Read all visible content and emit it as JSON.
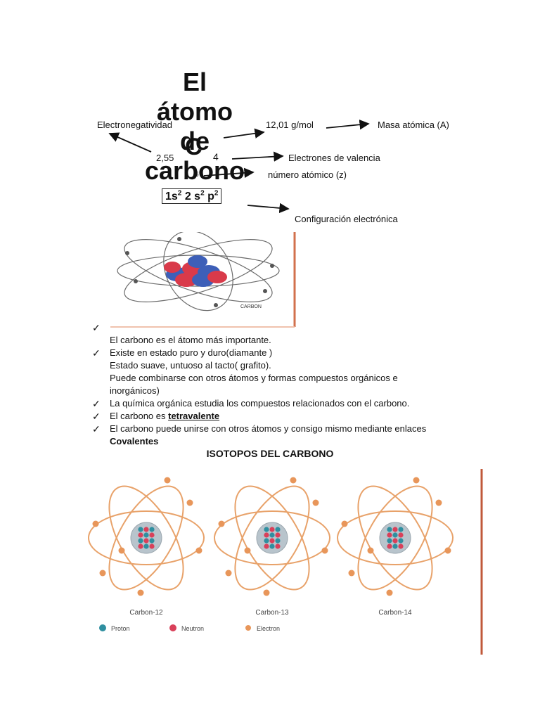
{
  "title": {
    "line1": "El",
    "line2": "átomo",
    "line3": "de",
    "line4": "carbono"
  },
  "element": {
    "symbol": "C",
    "electronegativity_label": "Electronegatividad",
    "electronegativity": "2,55",
    "mass": "12,01 g/mol",
    "mass_label": "Masa atómica (A)",
    "valence": "4",
    "valence_label": "Electrones de valencia",
    "atomic_number": "6",
    "atomic_number_label": "número atómico (z)",
    "config": {
      "n1": "1s",
      "e1": "2",
      "n2": "2",
      "n3": "s",
      "e3": "2",
      "n4": "p",
      "e4": "2"
    },
    "config_label": "Configuración electrónica"
  },
  "image1": {
    "caption": "CARBON"
  },
  "list": {
    "item1": "El carbono es el átomo más importante.",
    "item2": "Existe en estado puro y duro(diamante )",
    "item2b": "Estado suave, untuoso al tacto( grafito).",
    "item2c": "Puede combinarse con otros átomos y    formas compuestos orgánicos e",
    "item2d": "inorgánicos)",
    "item3": "La química orgánica estudia los compuestos  relacionados con el carbono.",
    "item4_pre": "El carbono es ",
    "item4_link": "tetravalente",
    "item5": "El carbono puede unirse con otros átomos y consigo mismo mediante enlaces",
    "item5b": "Covalentes"
  },
  "isotopes": {
    "title": "ISOTOPOS DEL CARBONO",
    "labels": [
      "Carbon-12",
      "Carbon-13",
      "Carbon-14"
    ],
    "legend": [
      "Proton",
      "Neutron",
      "Electron"
    ]
  },
  "colors": {
    "orbit": "#e8a26a",
    "proton": "#2f8fa0",
    "neutron": "#d9405a",
    "electron": "#e8965a",
    "accent_bar": "#c0593a"
  }
}
